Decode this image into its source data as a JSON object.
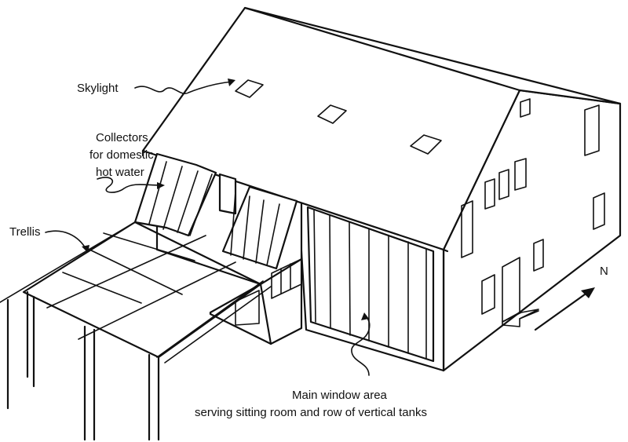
{
  "labels": {
    "skylight": "Skylight",
    "collectors_line1": "Collectors",
    "collectors_line2": "for domestic",
    "collectors_line3": "hot water",
    "trellis": "Trellis",
    "main_window_line1": "Main window area",
    "main_window_line2": "serving sitting room and row of vertical tanks",
    "north": "N"
  }
}
